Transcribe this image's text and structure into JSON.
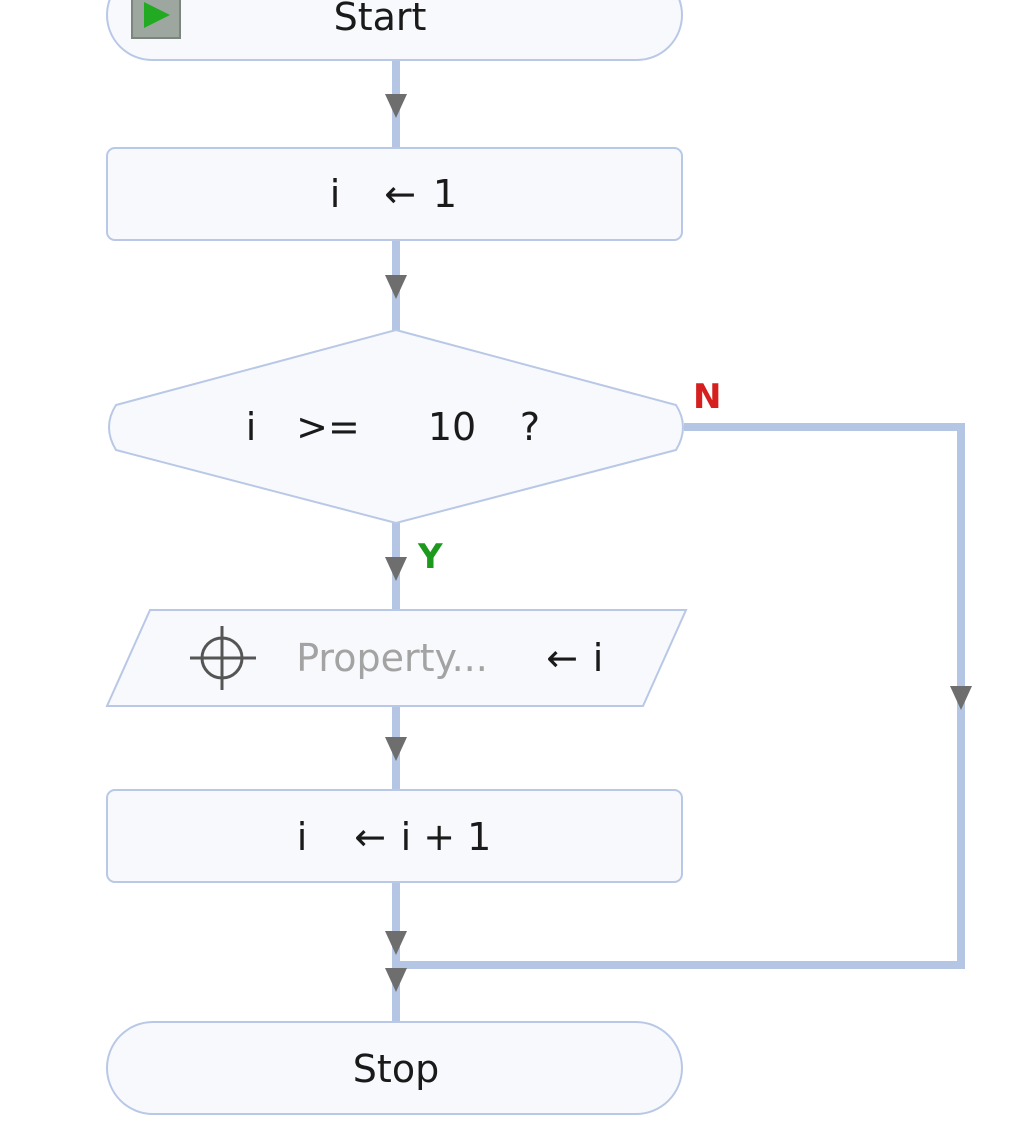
{
  "nodes": {
    "start": {
      "label": "Start"
    },
    "assign_init": {
      "var": "i",
      "op": "←",
      "expr": "1"
    },
    "decision": {
      "var": "i",
      "op": ">=",
      "value": "10",
      "suffix": "?"
    },
    "output": {
      "target": "Property...",
      "op": "←",
      "expr": "i"
    },
    "increment": {
      "var": "i",
      "op": "←",
      "expr": "i + 1"
    },
    "stop": {
      "label": "Stop"
    }
  },
  "branches": {
    "yes": {
      "label": "Y",
      "color": "#1d9a1d"
    },
    "no": {
      "label": "N",
      "color": "#d62020"
    }
  },
  "colors": {
    "connector": "#b4c6e3",
    "node_border": "#b8c8e6",
    "node_fill": "#f8f9fc",
    "arrow": "#6e6e6e",
    "start_icon_fill": "#22aa22"
  },
  "icons": {
    "start": "play-icon",
    "output_target": "crosshair-icon"
  }
}
